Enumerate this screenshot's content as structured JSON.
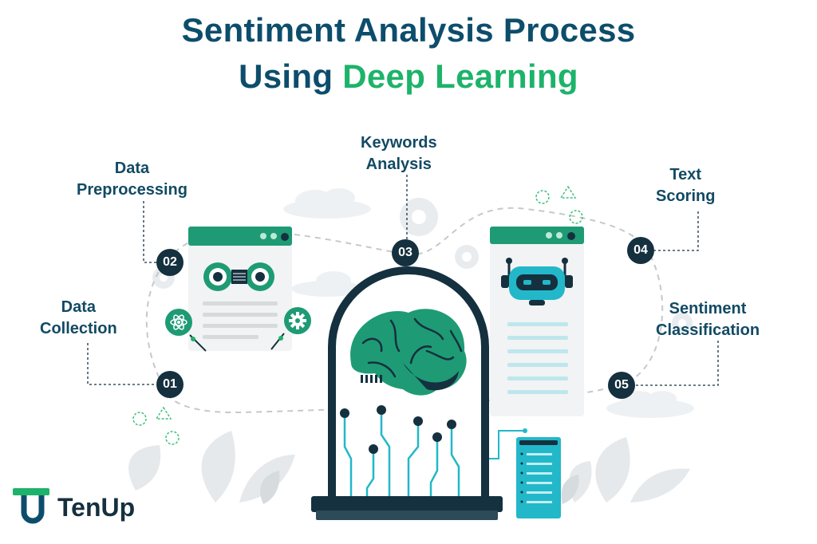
{
  "title": {
    "line1": "Sentiment Analysis Process",
    "line2_plain": "Using ",
    "line2_accent": "Deep Learning"
  },
  "steps": [
    {
      "number": "01",
      "line1": "Data",
      "line2": "Collection"
    },
    {
      "number": "02",
      "line1": "Data",
      "line2": "Preprocessing"
    },
    {
      "number": "03",
      "line1": "Keywords",
      "line2": "Analysis"
    },
    {
      "number": "04",
      "line1": "Text",
      "line2": "Scoring"
    },
    {
      "number": "05",
      "line1": "Sentiment",
      "line2": "Classification"
    }
  ],
  "brand": {
    "name": "TenUp"
  },
  "colors": {
    "navy": "#0d4d6c",
    "green": "#1db36a",
    "dark": "#15303f",
    "teal": "#22b8c9",
    "window_header": "#1e9b74"
  }
}
